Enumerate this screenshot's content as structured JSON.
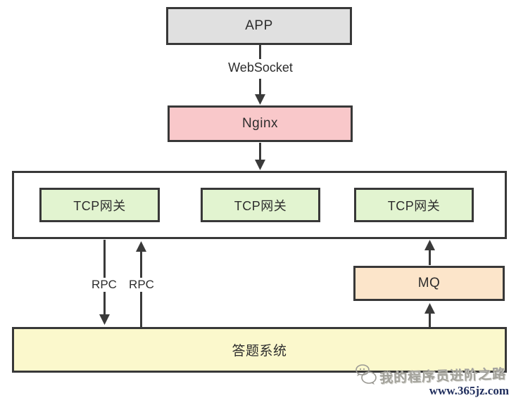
{
  "diagram": {
    "nodes": {
      "app": {
        "label": "APP",
        "fill": "#e0e0e0"
      },
      "nginx": {
        "label": "Nginx",
        "fill": "#f9c8ca"
      },
      "gateway_cluster_fill": "#ffffff",
      "gateways": [
        {
          "label": "TCP网关"
        },
        {
          "label": "TCP网关"
        },
        {
          "label": "TCP网关"
        }
      ],
      "gateway_fill": "#e2f4d0",
      "mq": {
        "label": "MQ",
        "fill": "#fce5ca"
      },
      "answer_system": {
        "label": "答题系统",
        "fill": "#fbf8cc"
      }
    },
    "edge_labels": {
      "websocket": "WebSocket",
      "rpc_left": "RPC",
      "rpc_right": "RPC"
    },
    "stroke_color": "#3a3a3a",
    "border_color": "#383838"
  },
  "watermark": {
    "site_name": "我的程序员进阶之路",
    "site_url": "www.365jz.com",
    "name_color": "#a3a29b",
    "url_color": "#1f2d5c"
  }
}
